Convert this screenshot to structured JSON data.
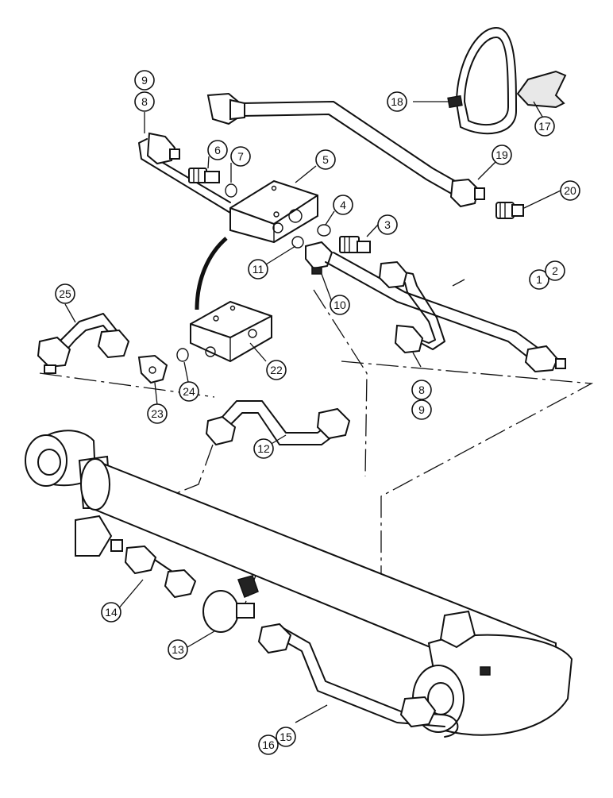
{
  "diagram": {
    "callouts": {
      "c1": "1",
      "c2": "2",
      "c3": "3",
      "c4": "4",
      "c5": "5",
      "c6": "6",
      "c7": "7",
      "c8a": "8",
      "c9a": "9",
      "c8b": "8",
      "c9b": "9",
      "c10": "10",
      "c11": "11",
      "c12": "12",
      "c13": "13",
      "c14": "14",
      "c15": "15",
      "c16": "16",
      "c17": "17",
      "c18": "18",
      "c19": "19",
      "c20": "20",
      "c22": "22",
      "c23": "23",
      "c24": "24",
      "c25": "25"
    }
  }
}
